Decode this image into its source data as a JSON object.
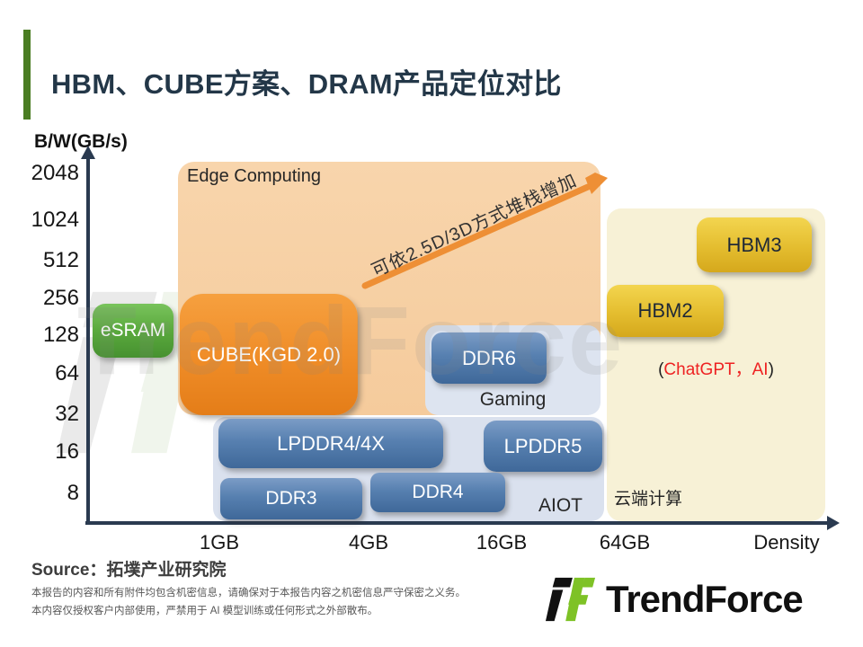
{
  "slide": {
    "title": "HBM、CUBE方案、DRAM产品定位对比"
  },
  "axes": {
    "y_label": "B/W(GB/s)",
    "y_ticks": [
      "2048",
      "1024",
      "512",
      "256",
      "128",
      "64",
      "32",
      "16",
      "8"
    ],
    "x_ticks": [
      "1GB",
      "4GB",
      "16GB",
      "64GB"
    ],
    "x_axis_label": "Density"
  },
  "regions": {
    "edge": "Edge Computing",
    "gaming": "Gaming",
    "aiot": "AIOT",
    "cloud": "云端计算"
  },
  "boxes": {
    "esram": "eSRAM",
    "cube": "CUBE(KGD 2.0)",
    "ddr6": "DDR6",
    "lpddr4": "LPDDR4/4X",
    "lpddr5": "LPDDR5",
    "ddr3": "DDR3",
    "ddr4": "DDR4",
    "hbm2": "HBM2",
    "hbm3": "HBM3"
  },
  "annotations": {
    "arrow_text": "可依2.5D/3D方式堆栈增加",
    "chatgpt_open": "(",
    "chatgpt_left": "ChatGPT",
    "chatgpt_comma": "，",
    "chatgpt_right": "AI",
    "chatgpt_close": ")"
  },
  "watermark": {
    "text": "TrendForce"
  },
  "footer": {
    "source_label": "Source",
    "source_separator": "：",
    "source_value": "拓墣产业研究院",
    "disclaimer_line1": "本报告的内容和所有附件均包含机密信息，请确保对于本报告内容之机密信息严守保密之义务。",
    "disclaimer_line2": "本内容仅授权客户内部使用，严禁用于 AI 模型训练或任何形式之外部散布。",
    "logo_text": "TrendForce"
  },
  "colors": {
    "accent_green": "#4a7d22",
    "title_navy": "#233748",
    "axis_navy": "#2a3a50",
    "edge_region": "#f6cfa3",
    "gaming_region": "#dde4f0",
    "aiot_region": "#dae1ee",
    "cloud_region": "#f7f1d6",
    "box_blue": "#4f7aab",
    "box_green": "#5aa93d",
    "box_orange": "#ef8c27",
    "box_yellow": "#e4bd2f",
    "arrow_orange": "#ee8f35",
    "chatgpt_red": "#ee2222"
  },
  "chart_data": {
    "type": "scatter",
    "title": "HBM、CUBE方案、DRAM产品定位对比",
    "xlabel": "Density",
    "ylabel": "B/W(GB/s)",
    "x_tick_labels": [
      "1GB",
      "4GB",
      "16GB",
      "64GB"
    ],
    "y_tick_labels": [
      2048,
      1024,
      512,
      256,
      128,
      64,
      32,
      16,
      8
    ],
    "scale_note": "both axes log-like; each y gridline doubles bandwidth",
    "grid": false,
    "products": [
      {
        "name": "eSRAM",
        "group": "Edge Computing",
        "color": "green",
        "density_gb_range": [
          0.25,
          0.8
        ],
        "bw_gbps_range": [
          80,
          250
        ]
      },
      {
        "name": "CUBE(KGD 2.0)",
        "group": "Edge Computing",
        "color": "orange",
        "density_gb_range": [
          0.8,
          3.5
        ],
        "bw_gbps_range": [
          30,
          280
        ]
      },
      {
        "name": "DDR6",
        "group": "Gaming",
        "color": "blue",
        "density_gb_range": [
          8,
          24
        ],
        "bw_gbps_range": [
          55,
          150
        ]
      },
      {
        "name": "LPDDR4/4X",
        "group": "AIOT",
        "color": "blue",
        "density_gb_range": [
          1,
          6
        ],
        "bw_gbps_range": [
          14,
          30
        ]
      },
      {
        "name": "LPDDR5",
        "group": "AIOT",
        "color": "blue",
        "density_gb_range": [
          12,
          48
        ],
        "bw_gbps_range": [
          13,
          28
        ]
      },
      {
        "name": "DDR3",
        "group": "AIOT",
        "color": "blue",
        "density_gb_range": [
          1,
          3
        ],
        "bw_gbps_range": [
          8,
          13
        ]
      },
      {
        "name": "DDR4",
        "group": "AIOT",
        "color": "blue",
        "density_gb_range": [
          4,
          14
        ],
        "bw_gbps_range": [
          9,
          16
        ]
      },
      {
        "name": "HBM2",
        "group": "云端计算",
        "color": "yellow",
        "density_gb_range": [
          48,
          128
        ],
        "bw_gbps_range": [
          180,
          420
        ]
      },
      {
        "name": "HBM3",
        "group": "云端计算",
        "color": "yellow",
        "density_gb_range": [
          110,
          400
        ],
        "bw_gbps_range": [
          380,
          1000
        ]
      }
    ],
    "regions": [
      {
        "label": "Edge Computing",
        "products": [
          "eSRAM",
          "CUBE(KGD 2.0)"
        ]
      },
      {
        "label": "Gaming",
        "products": [
          "DDR6"
        ]
      },
      {
        "label": "AIOT",
        "products": [
          "LPDDR4/4X",
          "LPDDR5",
          "DDR3",
          "DDR4"
        ]
      },
      {
        "label": "云端计算",
        "products": [
          "HBM2",
          "HBM3"
        ],
        "note": "(ChatGPT，AI)"
      }
    ],
    "annotation_arrow": {
      "text": "可依2.5D/3D方式堆栈增加",
      "direction": "up-right",
      "applies_to": "CUBE(KGD 2.0)"
    }
  }
}
